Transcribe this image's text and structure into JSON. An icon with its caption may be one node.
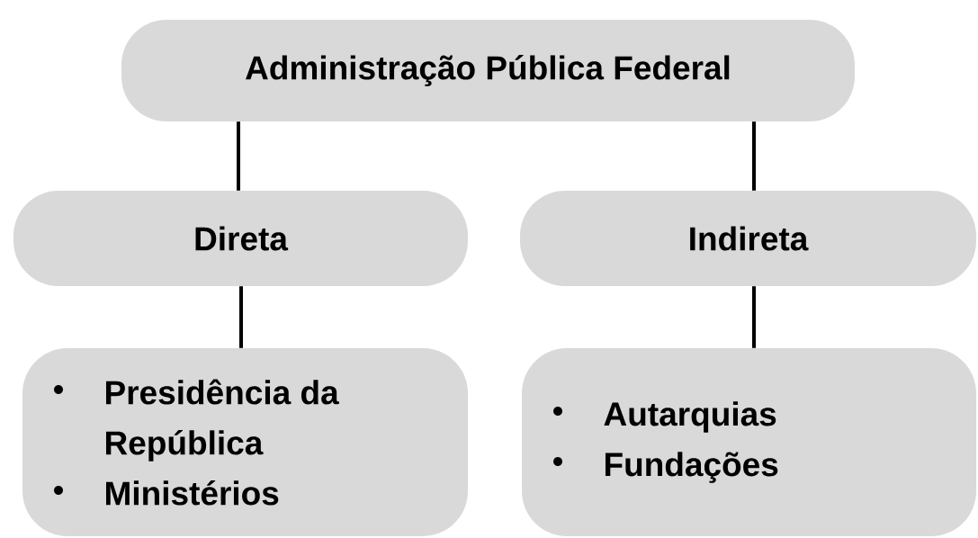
{
  "diagram": {
    "nodes": [
      {
        "text": [
          "Administração Pública Federal"
        ]
      },
      {
        "text": [
          "Direta"
        ]
      },
      {
        "text": [
          "Indireta"
        ]
      },
      {
        "text": [
          "Presidência da República",
          "Ministérios"
        ]
      },
      {
        "text": [
          "Autarquias",
          "Fundações"
        ]
      }
    ],
    "edges": [
      {
        "from": 0,
        "to": 1,
        "arrow": "none"
      },
      {
        "from": 0,
        "to": 2,
        "arrow": "none"
      },
      {
        "from": 1,
        "to": 3,
        "arrow": "none"
      },
      {
        "from": 2,
        "to": 4,
        "arrow": "none"
      }
    ]
  }
}
